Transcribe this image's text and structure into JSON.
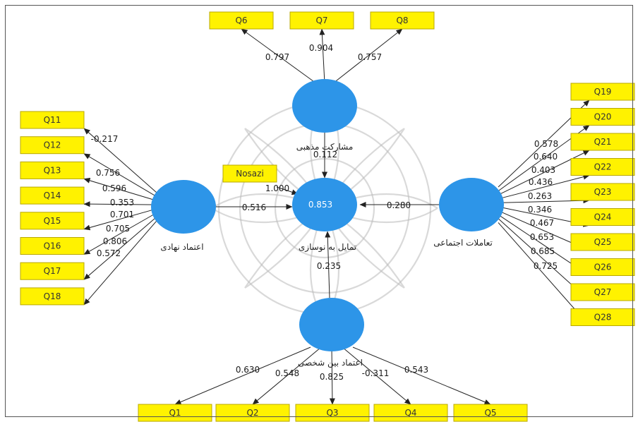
{
  "constructs": [
    {
      "id": "religious",
      "label": "مشارکت مذهبی",
      "r2": ""
    },
    {
      "id": "institutional",
      "label": "اعتماد نهادی",
      "r2": ""
    },
    {
      "id": "social",
      "label": "تعاملات اجتماعی",
      "r2": ""
    },
    {
      "id": "interpersonal",
      "label": "اعتماد بین شخصی",
      "r2": ""
    },
    {
      "id": "innovation",
      "label": "تمایل به نوسازی",
      "r2": "0.853"
    }
  ],
  "nosazi": {
    "label": "Nosazi",
    "loading": "1.000"
  },
  "paths": [
    {
      "from": "religious",
      "value": "0.112"
    },
    {
      "from": "institutional",
      "value": "0.516"
    },
    {
      "from": "social",
      "value": "0.280"
    },
    {
      "from": "interpersonal",
      "value": "0.235"
    }
  ],
  "indicators": {
    "religious": [
      {
        "q": "Q6",
        "loading": "0.797"
      },
      {
        "q": "Q7",
        "loading": "0.904"
      },
      {
        "q": "Q8",
        "loading": "0.757"
      }
    ],
    "institutional": [
      {
        "q": "Q11",
        "loading": "-0.217"
      },
      {
        "q": "Q12",
        "loading": "0.756"
      },
      {
        "q": "Q13",
        "loading": "0.596"
      },
      {
        "q": "Q14",
        "loading": "0.353"
      },
      {
        "q": "Q15",
        "loading": "0.701"
      },
      {
        "q": "Q16",
        "loading": "0.705"
      },
      {
        "q": "Q17",
        "loading": "0.806"
      },
      {
        "q": "Q18",
        "loading": "0.572"
      }
    ],
    "social": [
      {
        "q": "Q19",
        "loading": "0.578"
      },
      {
        "q": "Q20",
        "loading": "0.640"
      },
      {
        "q": "Q21",
        "loading": "0.403"
      },
      {
        "q": "Q22",
        "loading": "0.436"
      },
      {
        "q": "Q23",
        "loading": "0.263"
      },
      {
        "q": "Q24",
        "loading": "0.346"
      },
      {
        "q": "Q25",
        "loading": "0.467"
      },
      {
        "q": "Q26",
        "loading": "0.653"
      },
      {
        "q": "Q27",
        "loading": "0.685"
      },
      {
        "q": "Q28",
        "loading": "0.725"
      }
    ],
    "interpersonal": [
      {
        "q": "Q1",
        "loading": "0.630"
      },
      {
        "q": "Q2",
        "loading": "0.548"
      },
      {
        "q": "Q3",
        "loading": "0.825"
      },
      {
        "q": "Q4",
        "loading": "-0.311"
      },
      {
        "q": "Q5",
        "loading": "0.543"
      }
    ]
  },
  "colors": {
    "construct": "#2d95e8",
    "indicator_fill": "#fff200",
    "indicator_border": "#b8a800",
    "arrow": "#222222"
  }
}
